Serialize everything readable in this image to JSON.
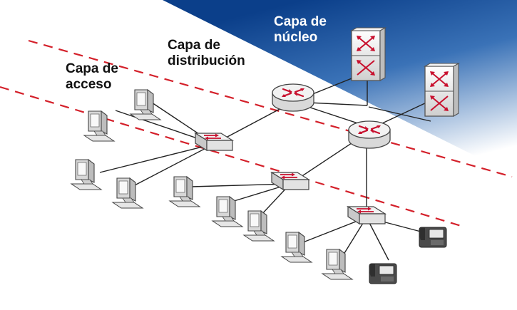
{
  "labels": {
    "core": {
      "line1": "Capa de",
      "line2": "núcleo"
    },
    "distribution": {
      "line1": "Capa de",
      "line2": "distribución"
    },
    "access": {
      "line1": "Capa de",
      "line2": "acceso"
    }
  },
  "colors": {
    "core_gradient_start": "#0b3f8a",
    "core_gradient_end": "#ffffff",
    "boundary_line": "#d4202a",
    "device_arrows": "#c8102e",
    "link": "#222222"
  },
  "icons": {
    "core_switch": "multilayer-switch-icon",
    "router": "router-icon",
    "workgroup_switch": "workgroup-switch-icon",
    "pc": "computer-icon",
    "phone": "ip-phone-icon"
  }
}
